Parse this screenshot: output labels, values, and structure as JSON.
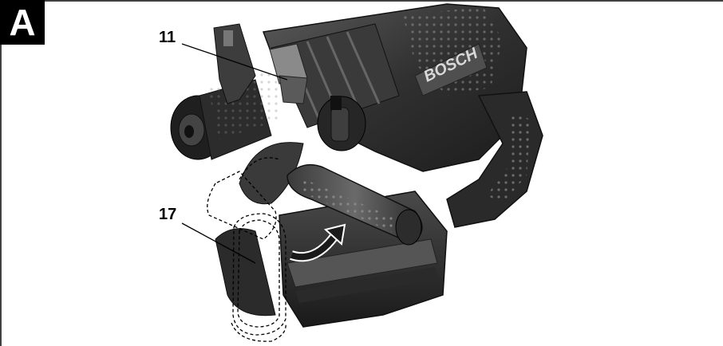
{
  "figure": {
    "label": "A",
    "brand": "BOSCH",
    "callouts": [
      {
        "number": "11"
      },
      {
        "number": "17"
      }
    ],
    "colors": {
      "tool_body": "#2f2f2f",
      "tool_highlight": "#6e6e6e",
      "tool_dark": "#151515",
      "line": "#000000"
    }
  }
}
